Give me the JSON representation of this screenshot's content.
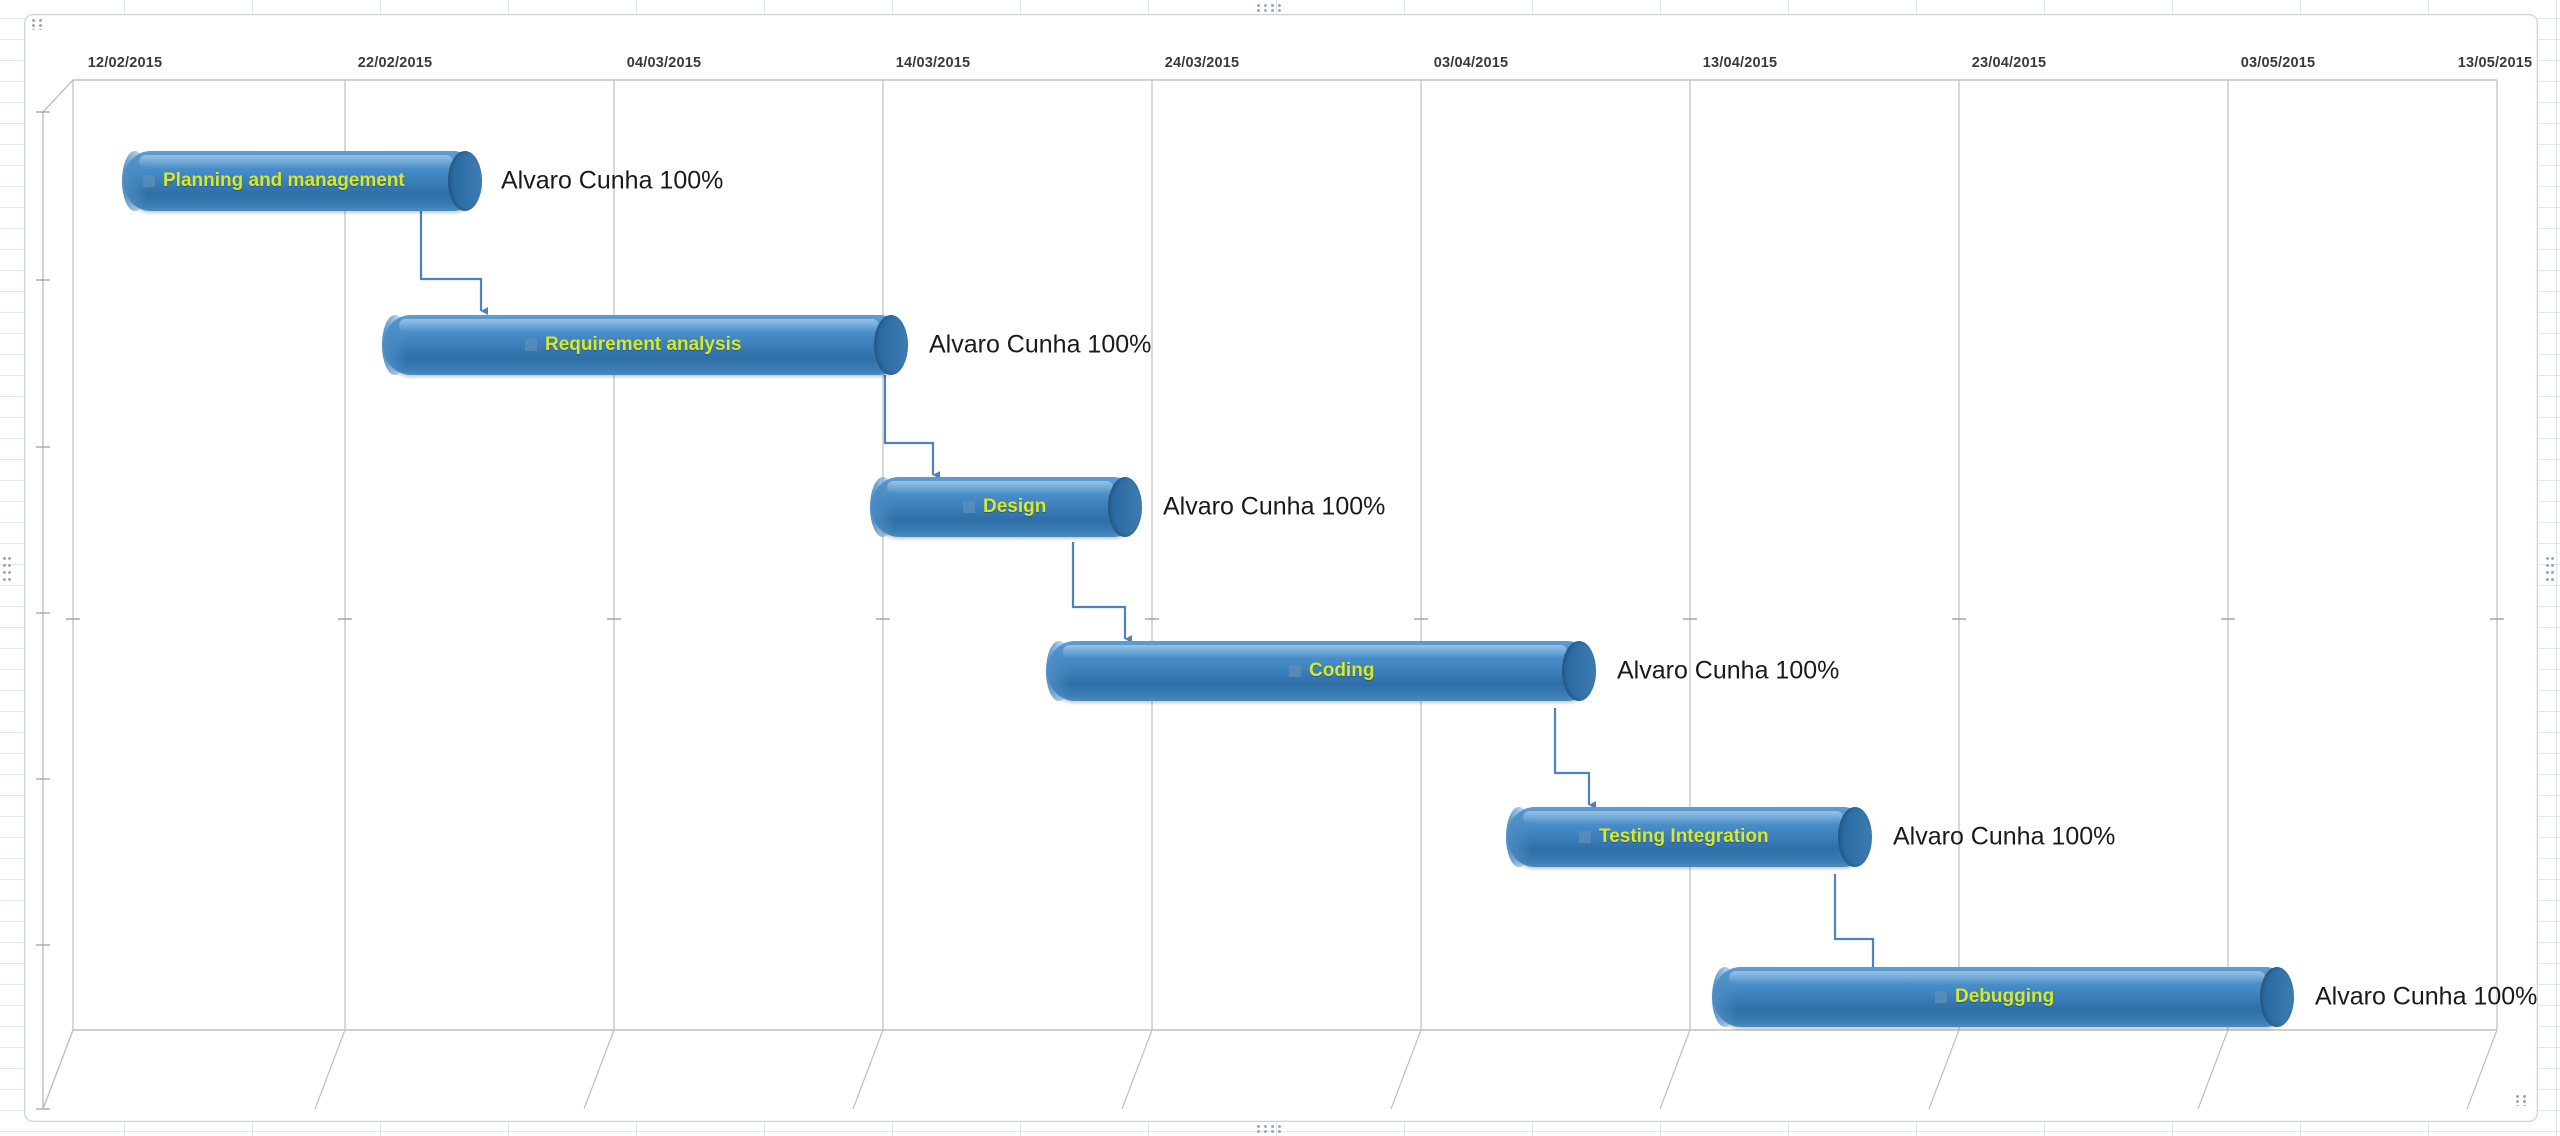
{
  "application": {
    "type": "spreadsheet-chart-object",
    "chart_style": "3-D stacked bar Gantt",
    "selected": true
  },
  "chart_data": {
    "type": "bar",
    "subtype": "gantt",
    "title": "",
    "xlabel": "",
    "ylabel": "",
    "grid": true,
    "legend": "none",
    "axis_tick_labels": [
      "12/02/2015",
      "22/02/2015",
      "04/03/2015",
      "14/03/2015",
      "24/03/2015",
      "03/04/2015",
      "13/04/2015",
      "23/04/2015",
      "03/05/2015",
      "13/05/2015"
    ],
    "axis_start": "12/02/2015",
    "axis_end": "13/05/2015",
    "tick_interval_days": 10,
    "categories": [
      "Planning and management",
      "Requirement analysis",
      "Design",
      "Coding",
      "Testing Integration",
      "Debugging"
    ],
    "tasks": [
      {
        "name": "Planning and management",
        "resource": "Alvaro  Cunha 100%",
        "percent_complete": "100%",
        "start": "12/02/2015",
        "finish": "25/02/2015",
        "bar_color": "#3d82bd",
        "label_color": "#d8e82a"
      },
      {
        "name": "Requirement analysis",
        "resource": "Alvaro Cunha 100%",
        "percent_complete": "100%",
        "start": "23/02/2015",
        "finish": "15/03/2015",
        "bar_color": "#3d82bd",
        "label_color": "#d8e82a"
      },
      {
        "name": "Design",
        "resource": "Alvaro Cunha 100%",
        "percent_complete": "100%",
        "start": "13/03/2015",
        "finish": "23/03/2015",
        "bar_color": "#3d82bd",
        "label_color": "#d8e82a"
      },
      {
        "name": "Coding",
        "resource": "Alvaro Cunha 100%",
        "percent_complete": "100%",
        "start": "21/03/2015",
        "finish": "13/04/2015",
        "bar_color": "#3d82bd",
        "label_color": "#d8e82a"
      },
      {
        "name": "Testing Integration",
        "resource": "Alvaro Cunha 100%",
        "percent_complete": "100%",
        "start": "11/04/2015",
        "finish": "24/04/2015",
        "bar_color": "#3d82bd",
        "label_color": "#d8e82a"
      },
      {
        "name": "Debugging",
        "resource": "Alvaro Cunha 100%",
        "percent_complete": "100%",
        "start": "22/04/2015",
        "finish": "16/05/2015",
        "bar_color": "#3d82bd",
        "label_color": "#d8e82a"
      }
    ],
    "dependencies": [
      {
        "from": "Planning and management",
        "to": "Requirement analysis",
        "type": "finish-to-start"
      },
      {
        "from": "Requirement analysis",
        "to": "Design",
        "type": "finish-to-start"
      },
      {
        "from": "Design",
        "to": "Coding",
        "type": "finish-to-start"
      },
      {
        "from": "Coding",
        "to": "Testing Integration",
        "type": "finish-to-start"
      },
      {
        "from": "Testing Integration",
        "to": "Debugging",
        "type": "finish-to-start"
      }
    ],
    "colors": {
      "bar_fill_light": "#5b9bd0",
      "bar_fill_dark": "#2f6ea8",
      "bar_text": "#d8e82a",
      "connector": "#4f81bd",
      "gridline": "#bfbfbf",
      "axis": "#a6a6a6",
      "resource_text": "#1a1a1a",
      "chart_border": "#c9d3d9"
    }
  },
  "icons": {
    "selection_handle": "resize-handle",
    "bar_marker": "task-marker-square",
    "arrow": "dependency-arrow"
  }
}
